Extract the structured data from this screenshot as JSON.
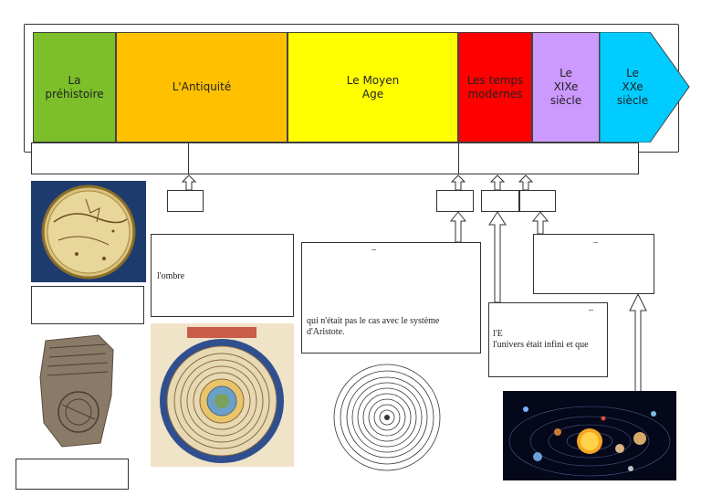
{
  "timeline": {
    "periods": [
      {
        "label": "La\npréhistoire",
        "color": "#7cbf2a"
      },
      {
        "label": "L'Antiquité",
        "color": "#ffc000"
      },
      {
        "label": "Le Moyen\nAge",
        "color": "#ffff00"
      },
      {
        "label": "Les temps\nmodernes",
        "color": "#ff0000"
      },
      {
        "label": "Le\nXIXe\nsiècle",
        "color": "#cc99ff"
      },
      {
        "label": "Le\nXXe\nsiècle",
        "color": "#00ccff"
      }
    ]
  },
  "texts": {
    "antiquity_box": "l'ombre",
    "middle_box_dash": "–",
    "middle_box": "qui n'était pas le cas avec le système d'Aristote.",
    "modern_box_dash": "–",
    "modern_box_line1": "l'E",
    "modern_box_line2": "l'univers était infini et que",
    "right_box_dash": "–"
  },
  "images": [
    "star-map-disc-icon",
    "babylonian-clay-tablet-icon",
    "ptolemaic-cosmos-illustration-icon",
    "aristotle-spheres-diagram-icon",
    "solar-system-illustration-icon"
  ]
}
